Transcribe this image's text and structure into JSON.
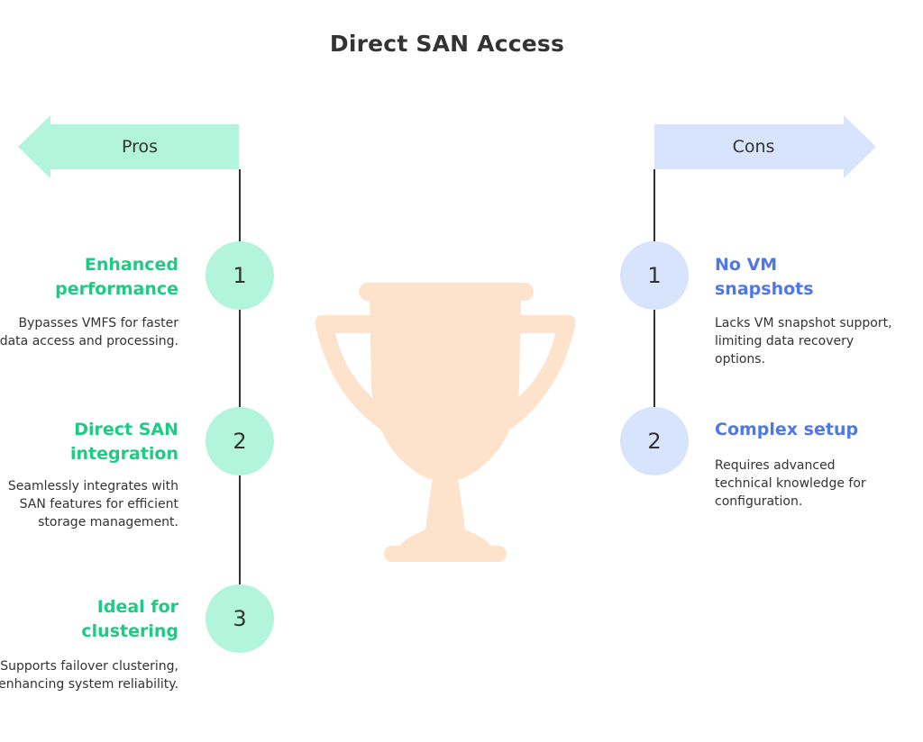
{
  "title": "Direct SAN Access",
  "colors": {
    "pros_accent": "#1ccc82",
    "pros_fill": "#b3f5dc",
    "cons_accent": "#4f78e6",
    "cons_fill": "#d8e3fc",
    "trophy": "#fde2cc",
    "line": "#333333"
  },
  "icon": "trophy-icon",
  "pros": {
    "label": "Pros",
    "items": [
      {
        "number": "1",
        "title": "Enhanced performance",
        "description": "Bypasses VMFS for faster data access and processing."
      },
      {
        "number": "2",
        "title": "Direct SAN integration",
        "description": "Seamlessly integrates with SAN features for efficient storage management."
      },
      {
        "number": "3",
        "title": "Ideal for clustering",
        "description": "Supports failover clustering, enhancing system reliability."
      }
    ]
  },
  "cons": {
    "label": "Cons",
    "items": [
      {
        "number": "1",
        "title": "No VM snapshots",
        "description": "Lacks VM snapshot support, limiting data recovery options."
      },
      {
        "number": "2",
        "title": "Complex setup",
        "description": "Requires advanced technical knowledge for configuration."
      }
    ]
  }
}
